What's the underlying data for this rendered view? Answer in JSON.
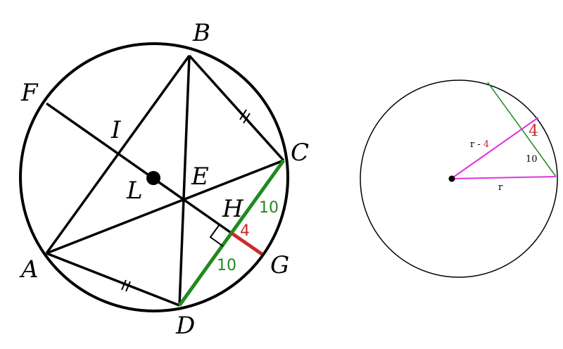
{
  "left_figure": {
    "points": {
      "A": "A",
      "B": "B",
      "C": "C",
      "D": "D",
      "E": "E",
      "F": "F",
      "G": "G",
      "H": "H",
      "I": "I",
      "L": "L"
    },
    "segment_labels": {
      "hc": "10",
      "hd": "10",
      "hg": "4"
    }
  },
  "right_figure": {
    "labels": {
      "r_minus": "r - ",
      "r_minus_value": "4",
      "sagitta": "4",
      "half_chord": "10",
      "radius": "r"
    }
  },
  "colors": {
    "stroke": "#000000",
    "green": "#1f8a1f",
    "red": "#cc2a2a",
    "magenta": "#e033e0"
  }
}
